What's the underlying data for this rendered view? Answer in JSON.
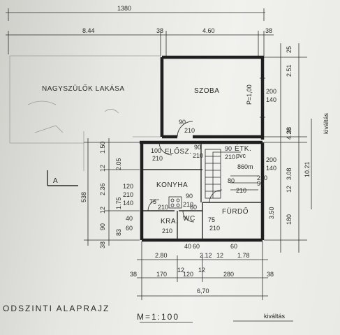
{
  "dimensions": {
    "top_total": "1380",
    "top_left": "8.44",
    "top_wall_a": "38",
    "top_mid": "4.60",
    "top_wall_b": "38",
    "right_top_a": "25",
    "right_top_b": "2.51",
    "right_200_a": "200",
    "right_140_a": "140",
    "right_420": "4.20",
    "right_38": "38",
    "right_200_b": "200",
    "right_140_b": "140",
    "right_308": "3.08",
    "right_1021": "10.21",
    "right_12": "12",
    "right_350": "3.50",
    "right_180": "180",
    "left_538": "538",
    "left_150": "1.50",
    "left_205": "2.05",
    "left_236": "2.36",
    "left_175": "1.75",
    "left_12a": "12",
    "left_12b": "12",
    "left_90": "90",
    "left_83": "83",
    "left_38": "38",
    "bottom_280": "2.80",
    "bottom_212": "2.12",
    "bottom_12": "12",
    "bottom_178": "1.78",
    "bottom_38a": "38",
    "bottom_170": "170",
    "bottom_12b": "12",
    "bottom_120": "120",
    "bottom_12c": "12",
    "bottom_280b": "280",
    "bottom_38b": "38",
    "bottom_total": "6,70",
    "bottom_40a": "40",
    "bottom_60a": "60",
    "bottom_60b": "60"
  },
  "rooms": {
    "grandparents": "NAGYSZÜLŐK LAKÁSA",
    "szoba": "SZOBA",
    "eloszoba": "ELŐSZ.",
    "etk": "ÉTK.",
    "konyha": "KONYHA",
    "furdo": "FÜRDŐ",
    "kamra": "KRA.",
    "wc": "WC",
    "pvc": "pvc"
  },
  "labels": {
    "section_marker": "A",
    "plan_title": "ODSZINTI  ALAPRAJZ",
    "scale": "M=1:100",
    "kivaltas_right": "kiváltás",
    "kivaltas_bottom": "kiváltás",
    "p100": "P=1,00",
    "l860": "860m"
  },
  "room_dims": {
    "d100": "100",
    "d210a": "210",
    "d90a": "90",
    "d210b": "210",
    "d90b": "90",
    "d210c": "210",
    "d90c": "90",
    "d210d": "210",
    "d120": "120",
    "d210e": "210",
    "d140": "140",
    "d40a": "40",
    "d75a": "75",
    "d210f": "210",
    "d90d": "90",
    "d210g": "210",
    "d60a": "60",
    "d210h": "210",
    "d40b": "40",
    "d60b": "60",
    "d75b": "75",
    "d210i": "210",
    "d90e": "90",
    "d210j": "210",
    "d80": "80",
    "d210k": "210"
  }
}
